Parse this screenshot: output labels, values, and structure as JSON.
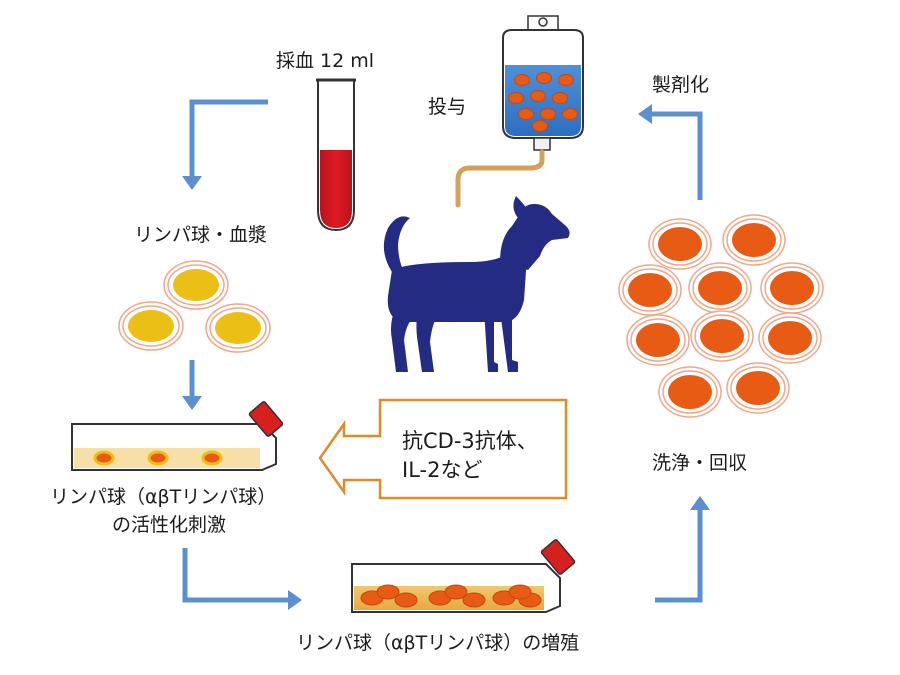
{
  "labels": {
    "blood_draw": "採血 12 ml",
    "administration": "投与",
    "formulation": "製剤化",
    "lymphocytes_plasma": "リンパ球・血漿",
    "activation_line1": "リンパ球（αβTリンパ球）",
    "activation_line2": "の活性化刺激",
    "wash_collect": "洗浄・回収",
    "proliferation": "リンパ球（αβTリンパ球）の増殖"
  },
  "callout": {
    "line1": "抗CD-3抗体、",
    "line2": "IL-2など"
  },
  "colors": {
    "arrow": "#5b8fd0",
    "blood": "#d7101f",
    "dog": "#232c82",
    "orange_cell": "#e85b14",
    "yellow_cell": "#ecbf17",
    "callout_border": "#e08a2c"
  }
}
